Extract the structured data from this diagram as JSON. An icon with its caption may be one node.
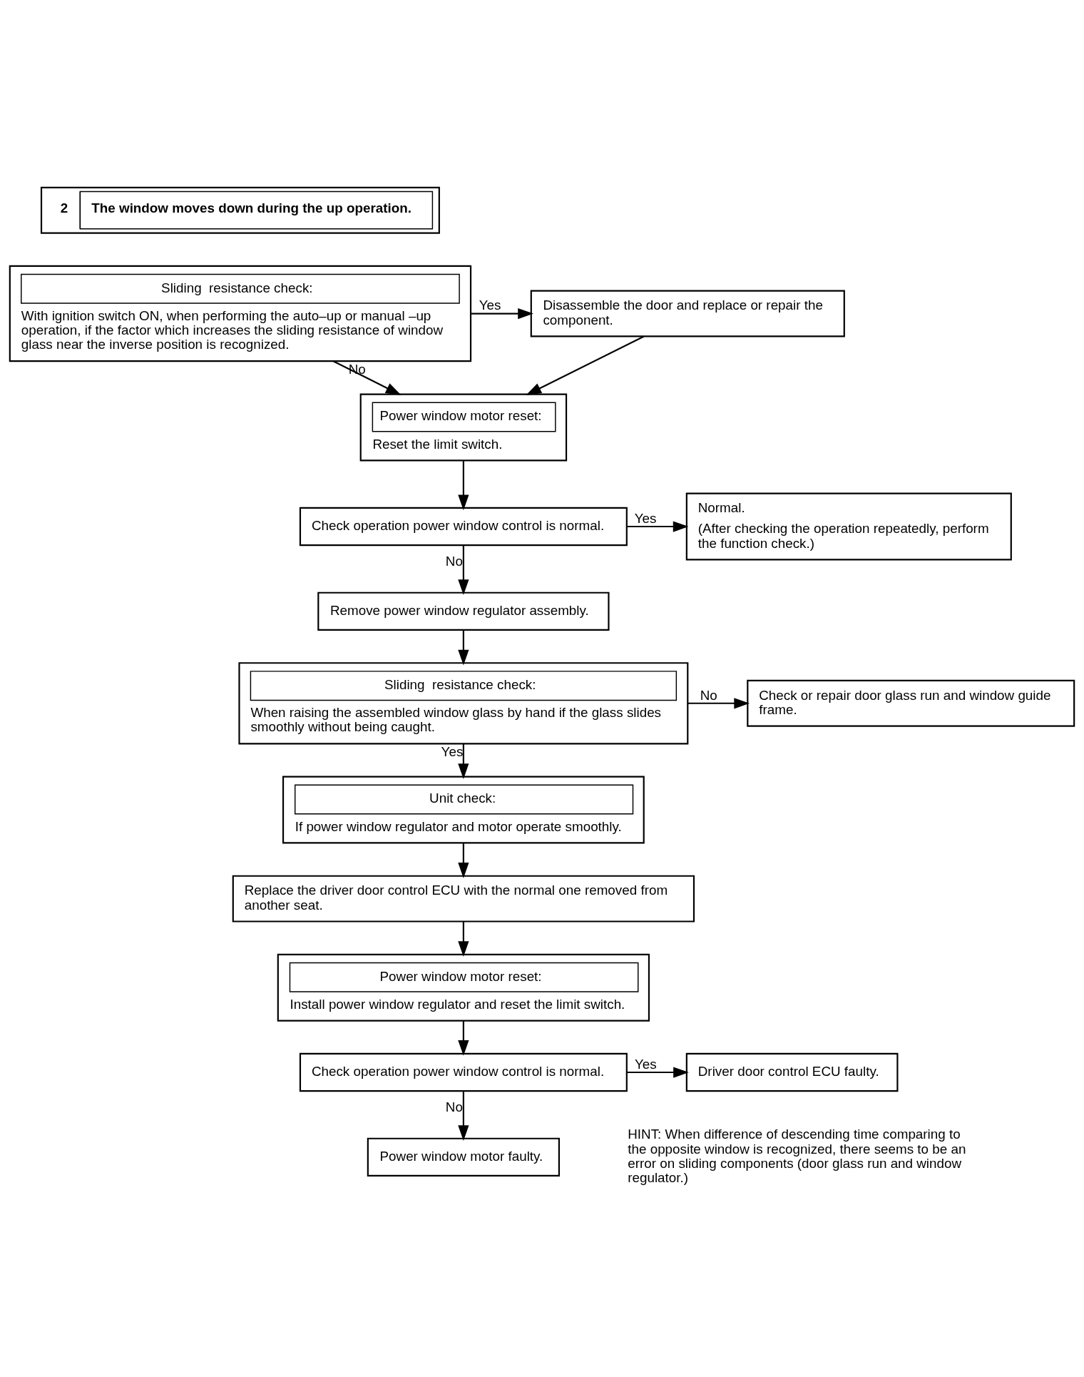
{
  "diagram": {
    "nodes": [
      {
        "text": [
          "2",
          "The window moves down during the up operation."
        ]
      },
      {
        "text": [
          "Sliding  resistance check:",
          "With ignition switch ON, when performing the auto–up or manual –up operation, if the factor which increases the sliding resistance of window glass near the inverse position is recognized."
        ]
      },
      {
        "text": [
          "Disassemble the door and replace or repair the component."
        ]
      },
      {
        "text": [
          "Power window motor reset:",
          "Reset the limit switch."
        ]
      },
      {
        "text": [
          "Check operation power window control is normal."
        ]
      },
      {
        "text": [
          "Normal.",
          "(After checking the operation repeatedly, perform the function check.)"
        ]
      },
      {
        "text": [
          "Remove power window regulator assembly."
        ]
      },
      {
        "text": [
          "Sliding  resistance check:",
          "When raising the assembled window glass by hand if the glass slides smoothly without being caught."
        ]
      },
      {
        "text": [
          "Check or repair door glass run and window guide frame."
        ]
      },
      {
        "text": [
          "Unit check:",
          "If power window regulator and motor operate smoothly."
        ]
      },
      {
        "text": [
          "Replace the driver door control ECU with the normal one removed from another seat."
        ]
      },
      {
        "text": [
          "Power window motor reset:",
          "Install power window regulator and reset the limit switch."
        ]
      },
      {
        "text": [
          "Check operation power window control is normal."
        ]
      },
      {
        "text": [
          "Driver door control ECU faulty."
        ]
      },
      {
        "text": [
          "Power window motor faulty."
        ]
      }
    ],
    "edges": [
      {
        "from": 1,
        "to": 2,
        "arrow": "to",
        "label": "Yes"
      },
      {
        "from": 1,
        "to": 3,
        "arrow": "to",
        "label": "No"
      },
      {
        "from": 2,
        "to": 3,
        "arrow": "to"
      },
      {
        "from": 3,
        "to": 4,
        "arrow": "to"
      },
      {
        "from": 4,
        "to": 5,
        "arrow": "to",
        "label": "Yes"
      },
      {
        "from": 4,
        "to": 6,
        "arrow": "to",
        "label": "No"
      },
      {
        "from": 6,
        "to": 7,
        "arrow": "to"
      },
      {
        "from": 7,
        "to": 8,
        "arrow": "to",
        "label": "No"
      },
      {
        "from": 7,
        "to": 9,
        "arrow": "to",
        "label": "Yes"
      },
      {
        "from": 9,
        "to": 10,
        "arrow": "to"
      },
      {
        "from": 10,
        "to": 11,
        "arrow": "to"
      },
      {
        "from": 11,
        "to": 12,
        "arrow": "to"
      },
      {
        "from": 12,
        "to": 13,
        "arrow": "to",
        "label": "Yes"
      },
      {
        "from": 12,
        "to": 14,
        "arrow": "to",
        "label": "No"
      }
    ],
    "labels": [
      "HINT: When difference of descending time comparing to the opposite window is recognized, there seems to be an error on sliding components (door glass run and window regulator.)"
    ]
  }
}
